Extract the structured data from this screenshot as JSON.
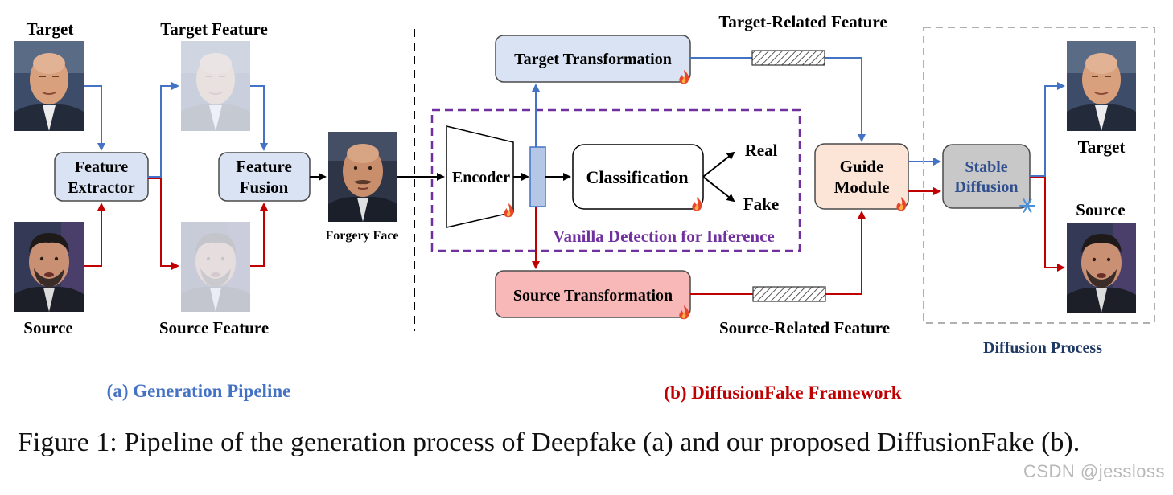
{
  "generation": {
    "target_label": "Target",
    "source_label": "Source",
    "target_feature_label": "Target Feature",
    "source_feature_label": "Source Feature",
    "feature_extractor": [
      "Feature",
      "Extractor"
    ],
    "feature_fusion": [
      "Feature",
      "Fusion"
    ],
    "forgery_face_label": "Forgery Face",
    "section_title": "(a) Generation Pipeline"
  },
  "framework": {
    "target_transformation": "Target Transformation",
    "source_transformation": "Source Transformation",
    "target_related_feature": "Target-Related Feature",
    "source_related_feature": "Source-Related Feature",
    "encoder": "Encoder",
    "classification": "Classification",
    "real": "Real",
    "fake": "Fake",
    "vanilla_detection": "Vanilla Detection for Inference",
    "guide_module": [
      "Guide",
      "Module"
    ],
    "stable_diffusion": [
      "Stable",
      "Diffusion"
    ],
    "diffusion_process": "Diffusion Process",
    "output_target_label": "Target",
    "output_source_label": "Source",
    "section_title": "(b) DiffusionFake Framework"
  },
  "caption": "Figure 1: Pipeline of the generation process of Deepfake (a) and our proposed DiffusionFake (b).",
  "watermark": "CSDN @jessloss",
  "colors": {
    "blue": "#4472c4",
    "red": "#c00000",
    "purple": "#7030a0",
    "navy": "#1f3864",
    "box_blue": "#dae3f3",
    "box_pink": "#f8b8b8",
    "box_peach": "#fce4d6",
    "box_gray": "#c8c8c8"
  }
}
